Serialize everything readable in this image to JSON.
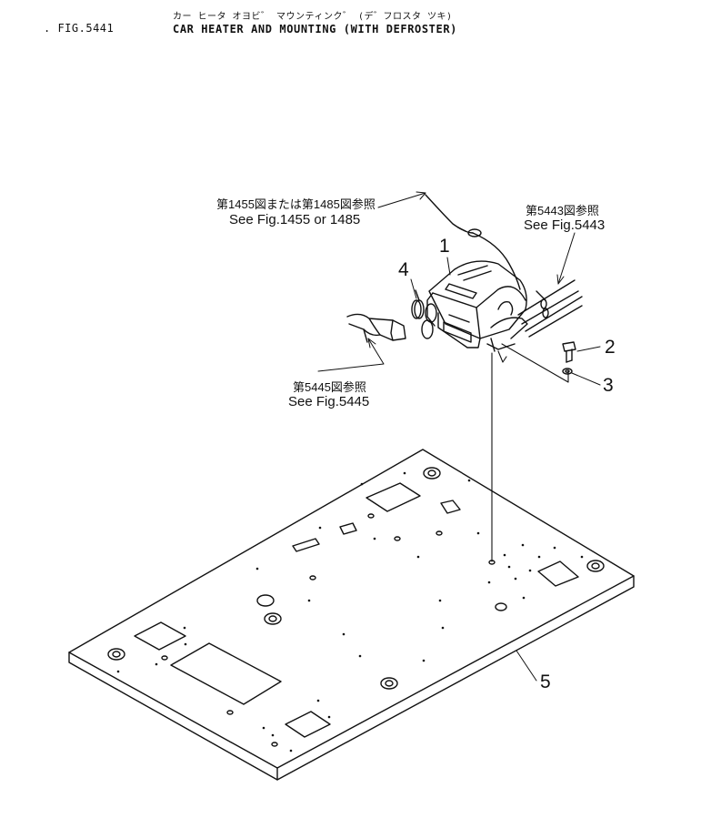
{
  "header": {
    "fig_number": ". FIG.5441",
    "title_jp": "カー ヒータ オヨビ゛ マウンティンク゛ (デ゛フロスタ ツキ)",
    "title_en": "CAR HEATER AND MOUNTING (WITH DEFROSTER)"
  },
  "references": {
    "ref_1455": {
      "jp": "第1455図または第1485図参照",
      "en": "See Fig.1455 or 1485"
    },
    "ref_5443": {
      "jp": "第5443図参照",
      "en": "See Fig.5443"
    },
    "ref_5445": {
      "jp": "第5445図参照",
      "en": "See Fig.5445"
    }
  },
  "callouts": {
    "c1": "1",
    "c2": "2",
    "c3": "3",
    "c4": "4",
    "c5": "5"
  },
  "colors": {
    "line": "#111111",
    "background": "#ffffff"
  }
}
